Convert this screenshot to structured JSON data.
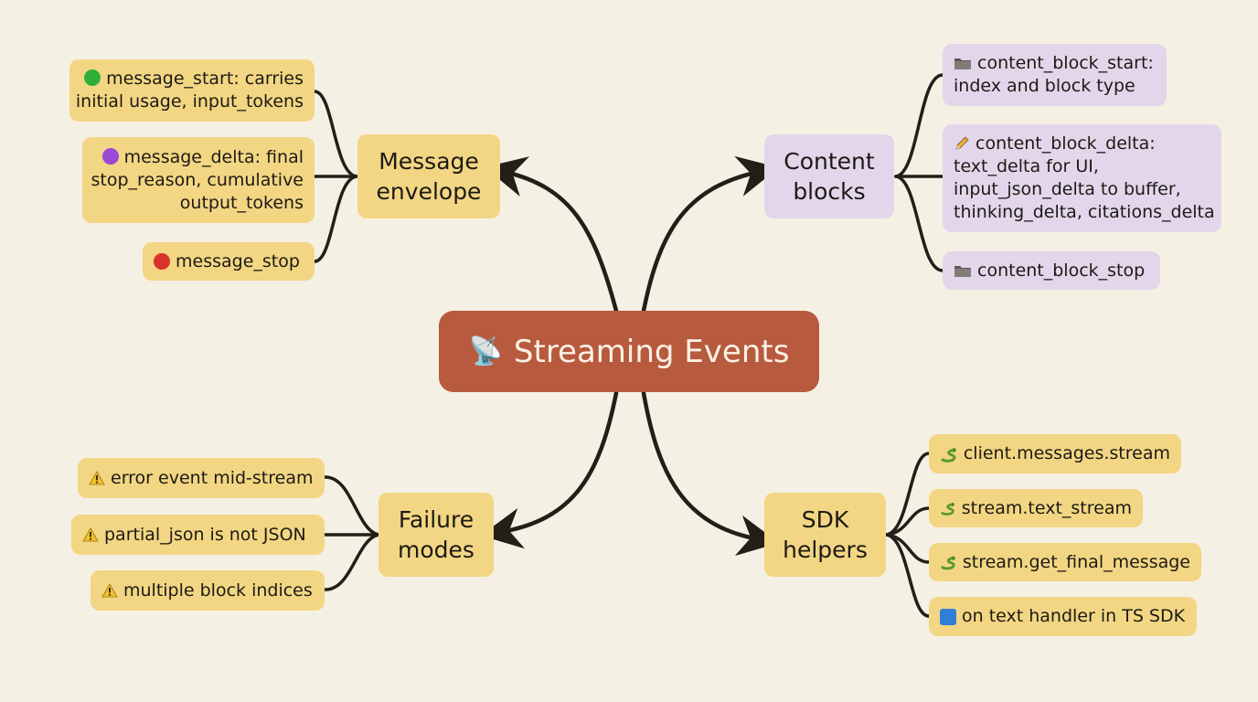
{
  "colors": {
    "root": "#b85a3e",
    "branch_yellow": "#f3d683",
    "branch_purple": "#e3d6ea",
    "connector": "#221e18",
    "background": "#f5f0e4"
  },
  "root": {
    "icon": "satellite-antenna-icon",
    "label": "Streaming Events"
  },
  "message_envelope": {
    "line1": "Message",
    "line2": "envelope",
    "items": [
      {
        "icon": "green-circle-icon",
        "line1": "message_start: carries",
        "line2": "initial usage, input_tokens"
      },
      {
        "icon": "purple-circle-icon",
        "line1": "message_delta: final",
        "line2": "stop_reason, cumulative",
        "line3": "output_tokens"
      },
      {
        "icon": "red-circle-icon",
        "line1": "message_stop"
      }
    ]
  },
  "content_blocks": {
    "line1": "Content",
    "line2": "blocks",
    "items": [
      {
        "icon": "folder-icon",
        "line1": "content_block_start:",
        "line2": "index and block type"
      },
      {
        "icon": "pencil-icon",
        "line1": "content_block_delta:",
        "line2": "text_delta for UI,",
        "line3": "input_json_delta to buffer,",
        "line4": "thinking_delta, citations_delta"
      },
      {
        "icon": "folder-icon",
        "line1": "content_block_stop"
      }
    ]
  },
  "failure_modes": {
    "line1": "Failure",
    "line2": "modes",
    "items": [
      {
        "icon": "warning-icon",
        "line1": "error event mid-stream"
      },
      {
        "icon": "warning-icon",
        "line1": "partial_json is not JSON"
      },
      {
        "icon": "warning-icon",
        "line1": "multiple block indices"
      }
    ]
  },
  "sdk_helpers": {
    "line1": "SDK",
    "line2": "helpers",
    "items": [
      {
        "icon": "snake-icon",
        "line1": "client.messages.stream"
      },
      {
        "icon": "snake-icon",
        "line1": "stream.text_stream"
      },
      {
        "icon": "snake-icon",
        "line1": "stream.get_final_message"
      },
      {
        "icon": "blue-square-icon",
        "line1": "on text handler in TS SDK"
      }
    ]
  }
}
